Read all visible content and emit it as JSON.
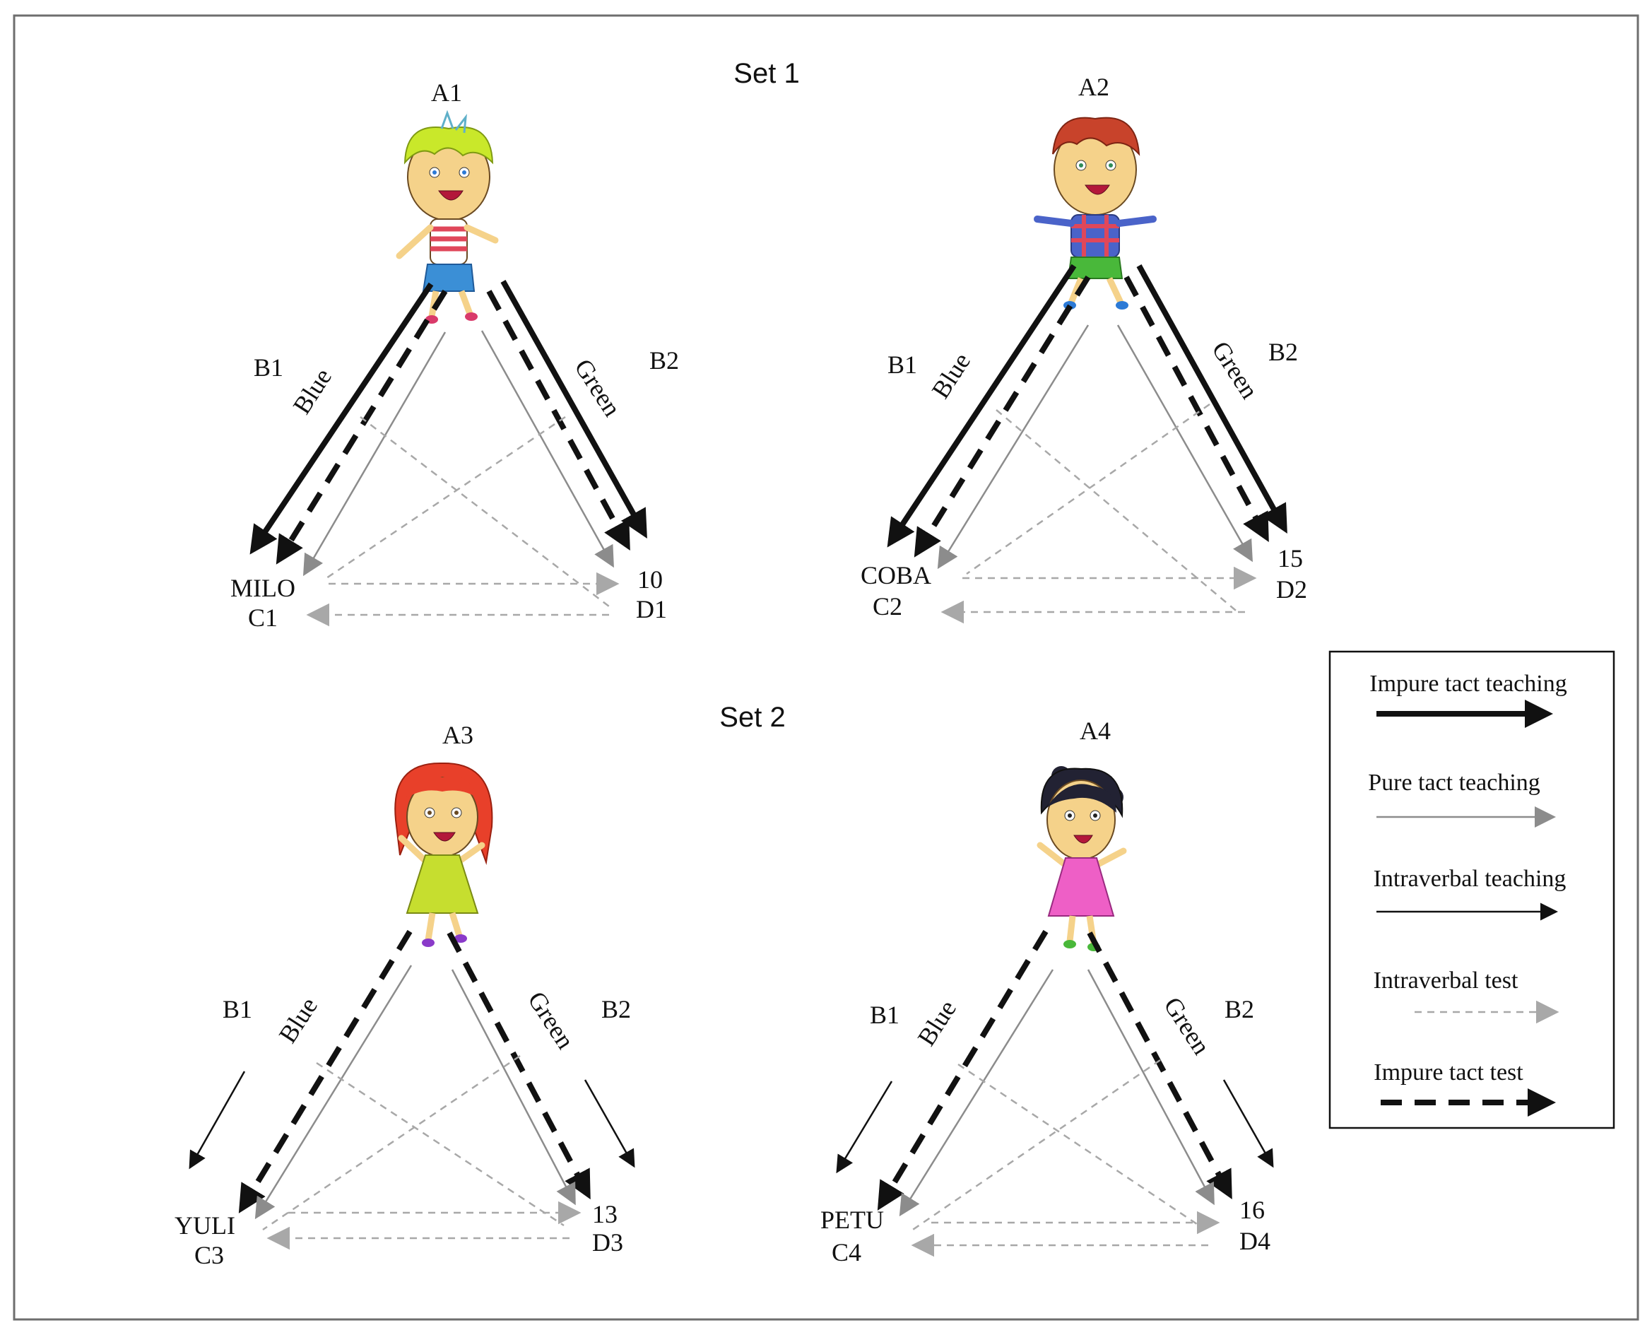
{
  "sets": [
    {
      "label": "Set 1",
      "panels": [
        {
          "a": "A1",
          "b1": "B1",
          "b2": "B2",
          "left_word": "Blue",
          "right_word": "Green",
          "c_name": "MILO",
          "c_code": "C1",
          "d_value": "10",
          "d_code": "D1",
          "character": "boy-green-hair",
          "b_intraverbal_teaching": false,
          "impure_tact": "teaching",
          "colors": {
            "hair": "#c9e82a",
            "shirt": "#e0475a",
            "pants": "#3b8fd6"
          }
        },
        {
          "a": "A2",
          "b1": "B1",
          "b2": "B2",
          "left_word": "Blue",
          "right_word": "Green",
          "c_name": "COBA",
          "c_code": "C2",
          "d_value": "15",
          "d_code": "D2",
          "character": "boy-red-hair",
          "b_intraverbal_teaching": false,
          "impure_tact": "teaching",
          "colors": {
            "hair": "#c8432b",
            "shirt": "#4a63c9",
            "pants": "#49b83a"
          }
        }
      ]
    },
    {
      "label": "Set 2",
      "panels": [
        {
          "a": "A3",
          "b1": "B1",
          "b2": "B2",
          "left_word": "Blue",
          "right_word": "Green",
          "c_name": "YULI",
          "c_code": "C3",
          "d_value": "13",
          "d_code": "D3",
          "character": "girl-red-hair",
          "b_intraverbal_teaching": true,
          "impure_tact": "test",
          "colors": {
            "hair": "#e8402a",
            "dress": "#c6de2f"
          }
        },
        {
          "a": "A4",
          "b1": "B1",
          "b2": "B2",
          "left_word": "Blue",
          "right_word": "Green",
          "c_name": "PETU",
          "c_code": "C4",
          "d_value": "16",
          "d_code": "D4",
          "character": "girl-black-hair",
          "b_intraverbal_teaching": true,
          "impure_tact": "test",
          "colors": {
            "hair": "#222233",
            "dress": "#ee5fc6"
          }
        }
      ]
    }
  ],
  "legend": {
    "items": [
      {
        "label": "Impure tact teaching",
        "style": "thick-solid"
      },
      {
        "label": "Pure tact teaching",
        "style": "thin-gray"
      },
      {
        "label": "Intraverbal teaching",
        "style": "thin-black"
      },
      {
        "label": "Intraverbal test",
        "style": "gray-dashed"
      },
      {
        "label": "Impure tact test",
        "style": "thick-dashed"
      }
    ]
  },
  "colors": {
    "black": "#111111",
    "gray": "#8c8c8c",
    "light_gray": "#a8a8a8",
    "frame": "#6e6e6e"
  }
}
